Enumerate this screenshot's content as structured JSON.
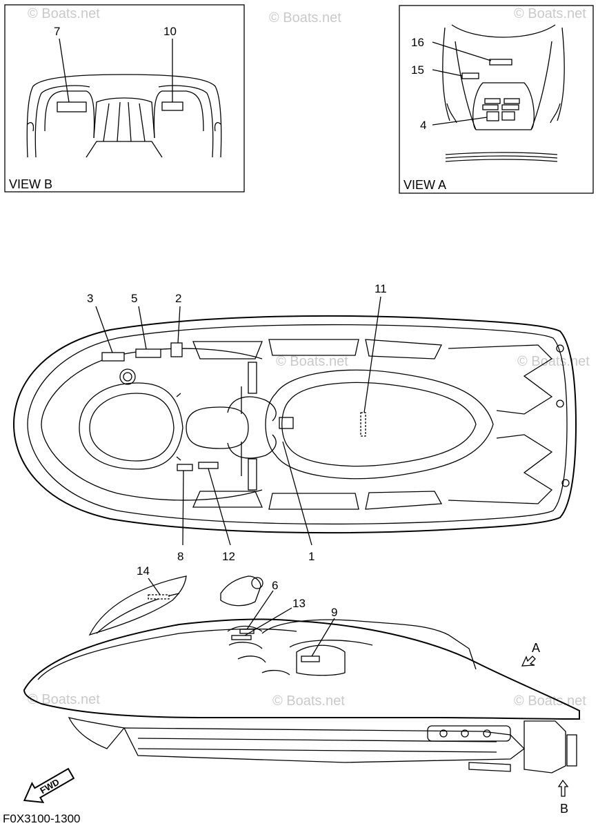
{
  "views": {
    "view_b": {
      "label": "VIEW B"
    },
    "view_a": {
      "label": "VIEW A"
    }
  },
  "callouts": {
    "c1": "1",
    "c2": "2",
    "c3": "3",
    "c4": "4",
    "c5": "5",
    "c6": "6",
    "c7": "7",
    "c8": "8",
    "c9": "9",
    "c10": "10",
    "c11": "11",
    "c12": "12",
    "c13": "13",
    "c14": "14",
    "c15": "15",
    "c16": "16"
  },
  "view_markers": {
    "a": "A",
    "b": "B"
  },
  "fwd_arrow": {
    "text": "FWD"
  },
  "watermark": {
    "text": "© Boats.net"
  },
  "diagram_code": "F0X3100-1300"
}
